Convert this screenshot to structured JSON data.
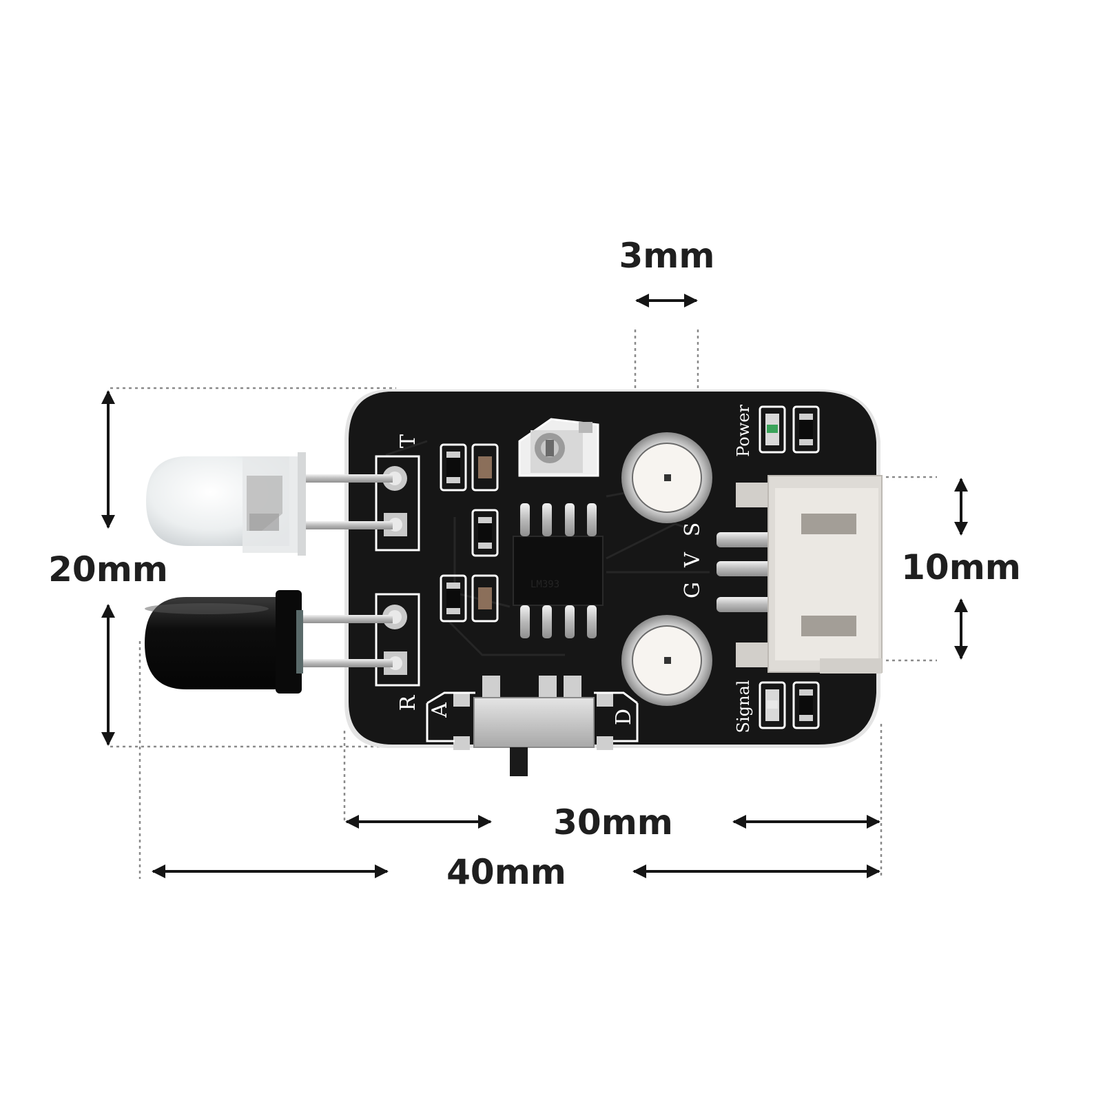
{
  "dimensions": {
    "hole_diameter": "3mm",
    "board_height": "20mm",
    "hole_spacing": "10mm",
    "board_width": "30mm",
    "overall_width": "40mm"
  },
  "silkscreen": {
    "transmitter": "T",
    "receiver": "R",
    "analog": "A",
    "digital": "D",
    "pin_g": "G",
    "pin_v": "V",
    "pin_s": "S",
    "power": "Power",
    "signal": "Signal"
  },
  "colors": {
    "board": "#161616",
    "silkscreen": "#ffffff",
    "dimension_text": "#1f1f1f",
    "connector": "#d9d6d0"
  }
}
